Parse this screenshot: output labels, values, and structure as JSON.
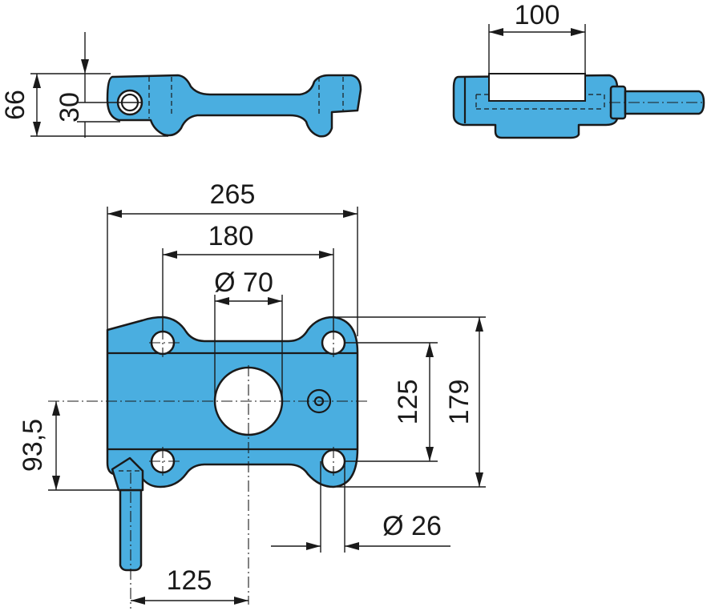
{
  "colors": {
    "part_fill": "#4aaee0",
    "line": "#1a1a1a",
    "background": "#ffffff"
  },
  "dimensions": {
    "side_height_total": "66",
    "side_height_hole": "30",
    "end_width": "100",
    "width_overall": "265",
    "hole_spacing_x": "180",
    "center_bore": "Ø 70",
    "hole_spacing_y": "125",
    "height_overall": "179",
    "offset_y": "93,5",
    "mount_hole": "Ø 26",
    "offset_x": "125"
  }
}
